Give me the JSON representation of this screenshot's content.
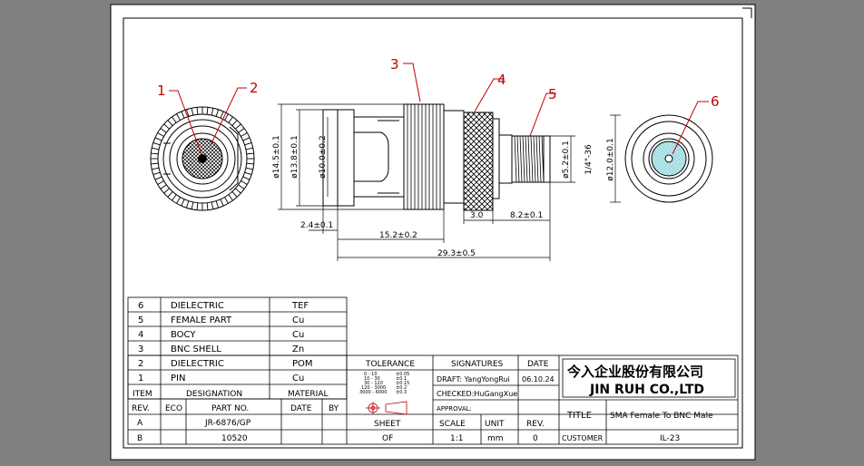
{
  "callouts": [
    "1",
    "2",
    "3",
    "4",
    "5",
    "6"
  ],
  "dimensions": {
    "d_14_5": "ø14.5±0.1",
    "d_13_8": "ø13.8±0.1",
    "d_10_0": "ø10.0±0.2",
    "d_5_2": "ø5.2±0.1",
    "thread": "1/4\"-36",
    "d_12_0": "ø12.0±0.1",
    "l_2_4": "2.4±0.1",
    "l_15_2": "15.2±0.2",
    "l_29_3": "29.3±0.5",
    "l_3_0": "3.0",
    "l_8_2": "8.2±0.1"
  },
  "bom": {
    "rows": [
      {
        "item": "6",
        "designation": "DIELECTRIC",
        "material": "TEF"
      },
      {
        "item": "5",
        "designation": "FEMALE PART",
        "material": "Cu"
      },
      {
        "item": "4",
        "designation": "BOCY",
        "material": "Cu"
      },
      {
        "item": "3",
        "designation": "BNC SHELL",
        "material": "Zn"
      },
      {
        "item": "2",
        "designation": "DIELECTRIC",
        "material": "POM"
      },
      {
        "item": "1",
        "designation": "PIN",
        "material": "Cu"
      }
    ],
    "header": {
      "item": "ITEM",
      "designation": "DESIGNATION",
      "material": "MATERIAL"
    }
  },
  "title_block": {
    "tolerance_label": "TOLERANCE",
    "signatures_label": "SIGNATURES",
    "date_label": "DATE",
    "draft": "DRAFT: YangYongRui",
    "checked": "CHECKED:HuGangXue",
    "approval": "APPROVAL:",
    "date_value": "06.10.24",
    "company_cn": "今入企业股份有限公司",
    "company_en": "JIN RUH CO.,LTD",
    "rev_header": {
      "rev": "REV.",
      "eco": "ECO",
      "part_no": "PART NO.",
      "date": "DATE",
      "by": "BY"
    },
    "rev_rows": [
      {
        "rev": "A",
        "part_no": "JR-6876/GP"
      },
      {
        "rev": "B",
        "part_no": "10520"
      }
    ],
    "sheet_label": "SHEET",
    "sheet_value": "OF",
    "scale_label": "SCALE",
    "scale_value": "1:1",
    "unit_label": "UNIT",
    "unit_value": "mm",
    "rev_label": "REV.",
    "rev_value": "0",
    "title_label": "TITLE",
    "title_value": "SMA Female To BNC Male",
    "customer_label": "CUSTOMER",
    "customer_value": "IL-23"
  }
}
